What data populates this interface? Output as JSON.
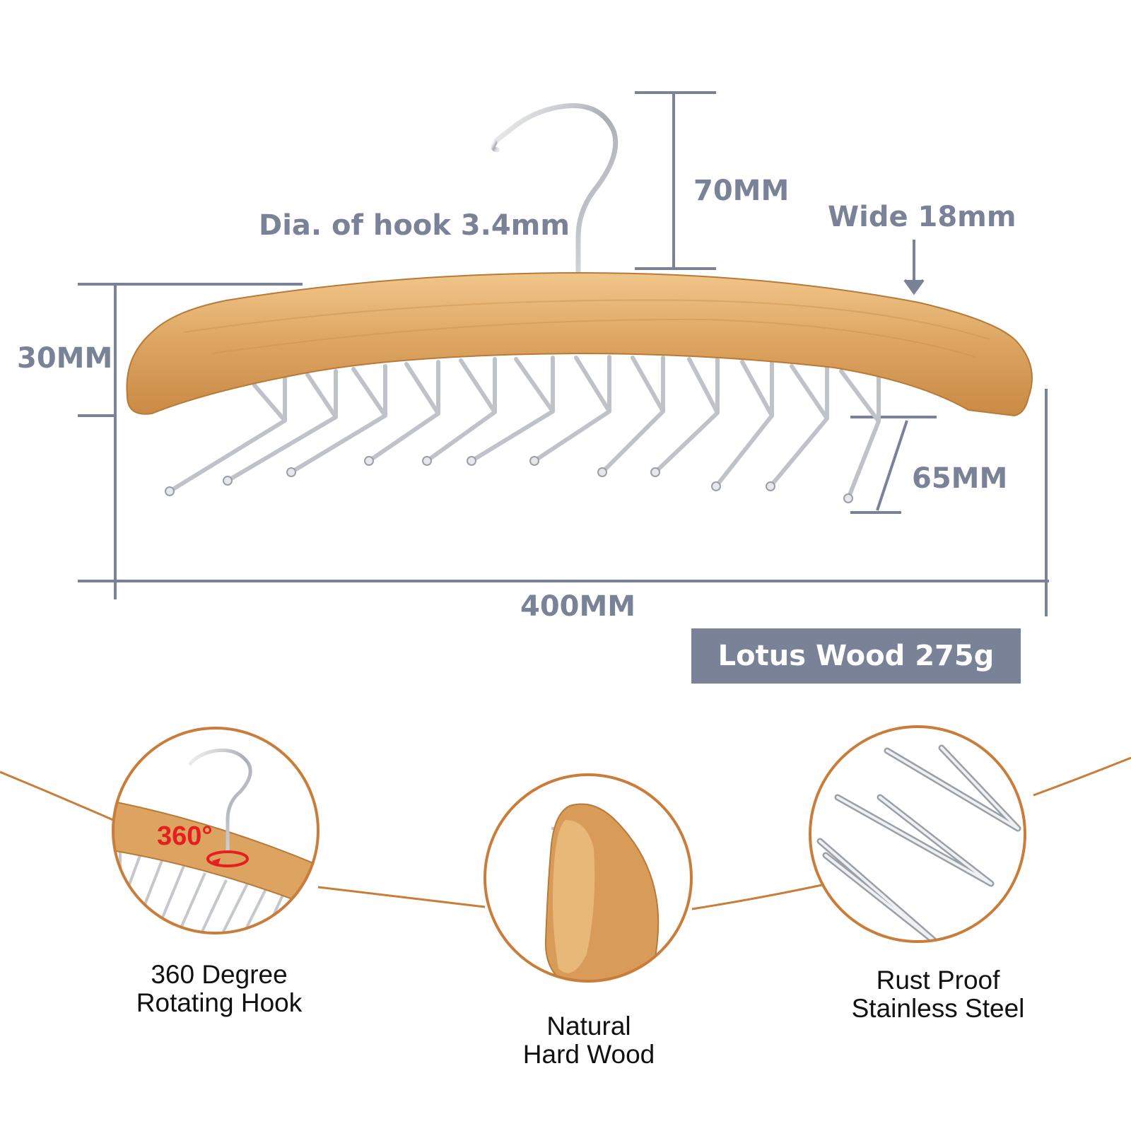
{
  "dimensions": {
    "hook_height": "70MM",
    "hook_diameter": "Dia. of hook 3.4mm",
    "width": "Wide 18mm",
    "bar_height": "30MM",
    "hook_length": "65MM",
    "length": "400MM"
  },
  "material_badge": "Lotus Wood 275g",
  "features": [
    {
      "line1": "360 Degree",
      "line2": "Rotating Hook",
      "callout": "360°"
    },
    {
      "line1": "Natural",
      "line2": "Hard Wood"
    },
    {
      "line1": "Rust Proof",
      "line2": "Stainless Steel"
    }
  ],
  "colors": {
    "dimension_gray": "#7a8297",
    "wood": "#d9a25f",
    "steel": "#c9ccd1",
    "accent_orange": "#c87d3a",
    "callout_red": "#e61e1e"
  }
}
